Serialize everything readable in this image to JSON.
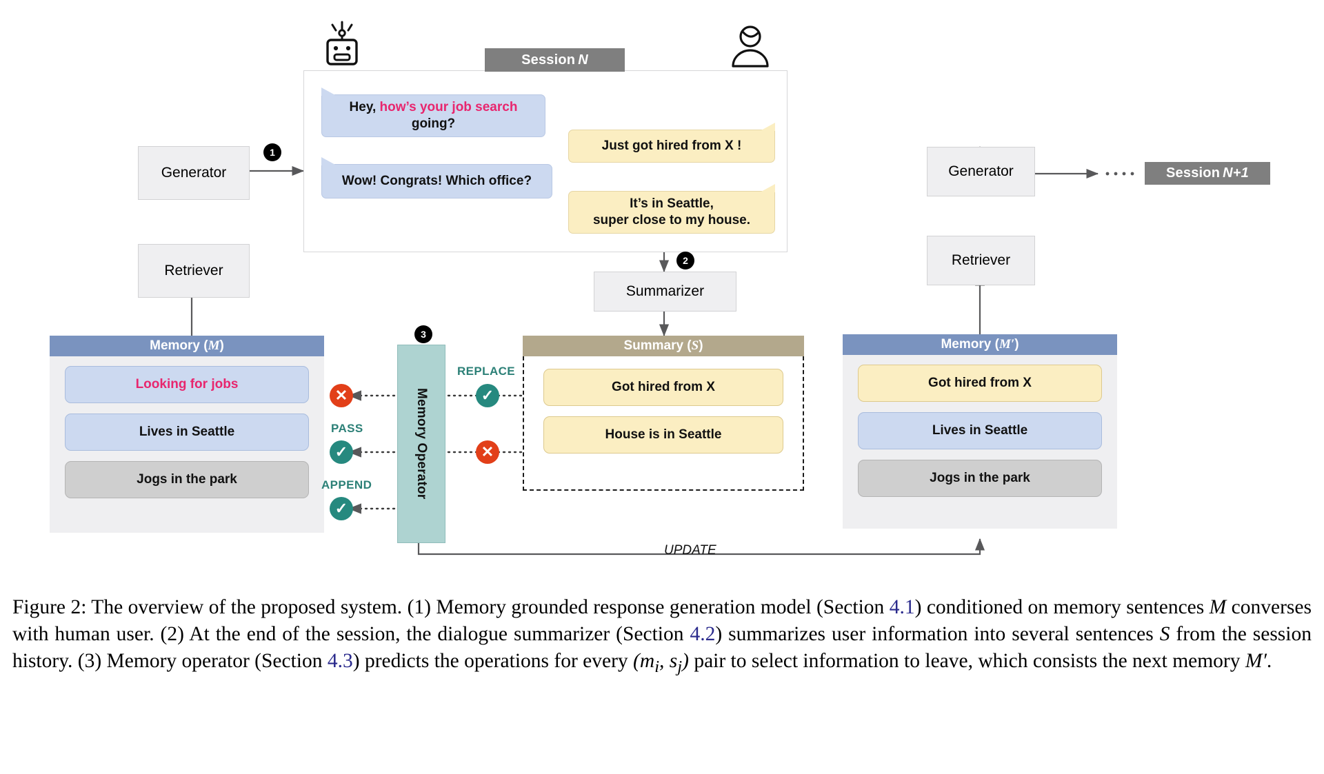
{
  "figure": {
    "left_pipeline": {
      "generator_label": "Generator",
      "retriever_label": "Retriever",
      "step_badge": "1"
    },
    "right_pipeline": {
      "generator_label": "Generator",
      "retriever_label": "Retriever",
      "next_session_label": "Session ",
      "next_session_italic": "N+1",
      "ellipsis": "····"
    },
    "session": {
      "title_plain": "Session ",
      "title_italic": "N",
      "bot_icon": "robot-icon",
      "user_icon": "person-icon",
      "messages": [
        {
          "speaker": "bot",
          "text_plain": "Hey, ",
          "text_highlight": "how’s your job search",
          "text_tail": " going?"
        },
        {
          "speaker": "user",
          "text": "Just got hired from X !"
        },
        {
          "speaker": "bot",
          "text": "Wow! Congrats! Which office?"
        },
        {
          "speaker": "user",
          "text": "It’s in Seattle,\nsuper close to my house."
        }
      ]
    },
    "summarizer": {
      "label": "Summarizer",
      "step_badge": "2"
    },
    "memory_operator": {
      "label": "Memory Operator",
      "step_badge": "3",
      "operations": [
        {
          "name": "REPLACE",
          "memory_icon": "x-circle-icon",
          "summary_icon": "check-circle-icon"
        },
        {
          "name": "PASS",
          "memory_icon": "check-circle-icon",
          "summary_icon": "x-circle-icon"
        },
        {
          "name": "APPEND",
          "memory_icon": "check-circle-icon",
          "summary_icon": null
        }
      ],
      "update_label": "UPDATE"
    },
    "memory_old": {
      "header_plain": "Memory ( ",
      "header_italic": "M",
      "header_tail": " )",
      "items": [
        {
          "text": "Looking for jobs",
          "style": "blue-pink"
        },
        {
          "text": "Lives in Seattle",
          "style": "blue"
        },
        {
          "text": "Jogs in the park",
          "style": "gray"
        }
      ]
    },
    "summary": {
      "header_plain": "Summary ( ",
      "header_italic": "S",
      "header_tail": " )",
      "items": [
        {
          "text": "Got hired from X",
          "style": "yellow"
        },
        {
          "text": "House is in Seattle",
          "style": "yellow"
        }
      ]
    },
    "memory_new": {
      "header_plain": "Memory ( ",
      "header_italic": "M′",
      "header_tail": " )",
      "items": [
        {
          "text": "Got hired from X",
          "style": "yellow"
        },
        {
          "text": "Lives in Seattle",
          "style": "blue"
        },
        {
          "text": "Jogs in the park",
          "style": "gray"
        }
      ]
    },
    "colors": {
      "session_badge": "#7f7f7f",
      "memory_header": "#7a93bf",
      "summary_header": "#b3a88c",
      "bot_bubble": "#ccd9f0",
      "user_bubble": "#fbeec2",
      "operator_bar": "#aed3d1",
      "op_ok": "#26897f",
      "op_no": "#e23f19",
      "highlight_pink": "#e8266e",
      "ref_link": "#2a2a8c"
    }
  },
  "caption": {
    "label": "Figure 2:",
    "s1": " The overview of the proposed system. (1) Memory grounded response generation model (Section ",
    "r1": "4.1",
    "s2": ") conditioned on memory sentences ",
    "m1": "M",
    "s3": " converses with human user. (2) At the end of the session, the dialogue summarizer (Section ",
    "r2": "4.2",
    "s4": ") summarizes user information into several sentences ",
    "m2": "S",
    "s5": " from the session history. (3) Memory operator (Section ",
    "r3": "4.3",
    "s6": ") predicts the operations for every ",
    "m3": "(m",
    "m3sub": "i",
    "m3b": ", s",
    "m3subb": "j",
    "m3c": ")",
    "s7": " pair to select information to leave, which consists the next memory ",
    "m4": "M′",
    "s8": "."
  }
}
